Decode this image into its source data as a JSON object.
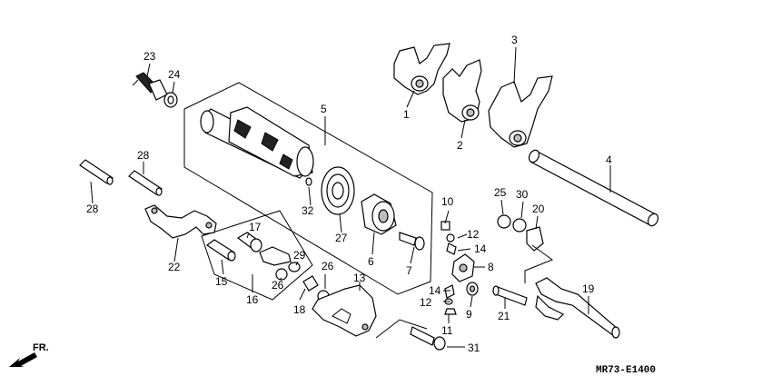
{
  "diagram": {
    "code": "MR73-E1400",
    "direction": "FR.",
    "labels": [
      "1",
      "2",
      "3",
      "4",
      "5",
      "6",
      "7",
      "8",
      "9",
      "10",
      "11",
      "12",
      "12",
      "13",
      "14",
      "14",
      "15",
      "16",
      "17",
      "18",
      "19",
      "20",
      "21",
      "22",
      "23",
      "24",
      "25",
      "26",
      "26",
      "27",
      "28",
      "28",
      "29",
      "30",
      "31",
      "32"
    ]
  }
}
